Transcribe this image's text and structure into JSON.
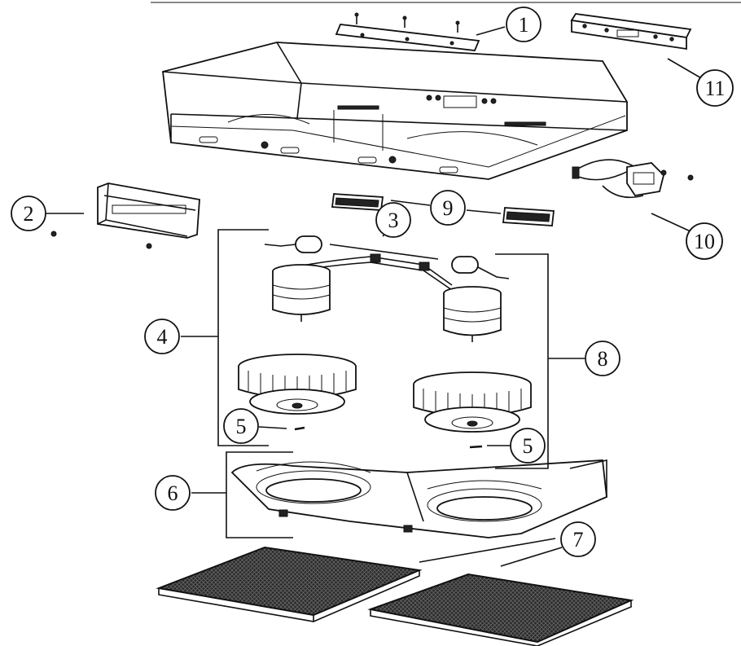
{
  "callouts": [
    {
      "id": "1",
      "label": "1"
    },
    {
      "id": "2",
      "label": "2"
    },
    {
      "id": "3",
      "label": "3"
    },
    {
      "id": "4",
      "label": "4"
    },
    {
      "id": "5a",
      "label": "5"
    },
    {
      "id": "5b",
      "label": "5"
    },
    {
      "id": "6",
      "label": "6"
    },
    {
      "id": "7",
      "label": "7"
    },
    {
      "id": "8",
      "label": "8"
    },
    {
      "id": "9",
      "label": "9"
    },
    {
      "id": "10",
      "label": "10"
    },
    {
      "id": "11",
      "label": "11"
    }
  ],
  "colors": {
    "line": "#111111",
    "background": "#ffffff",
    "filter_mesh": "#2a2a2a"
  }
}
